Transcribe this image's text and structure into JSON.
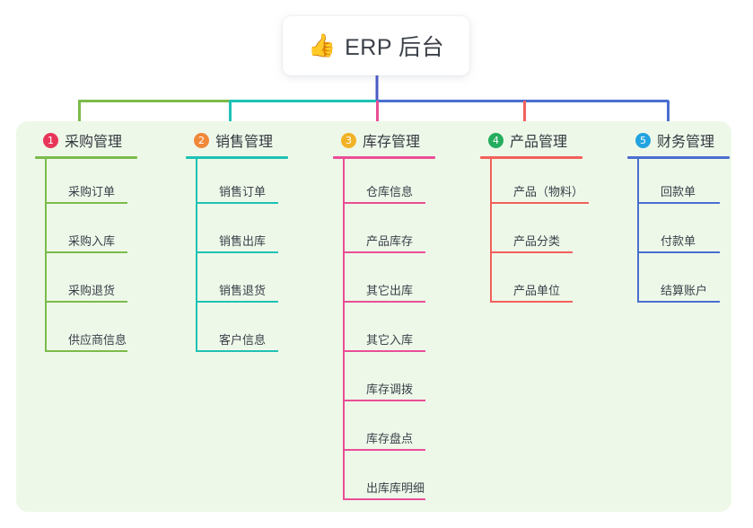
{
  "root": {
    "icon": "thumbs-up-icon",
    "icon_glyph": "👍",
    "title": "ERP 后台"
  },
  "theme": {
    "page_background": "#ffffff",
    "panel_background": "#eef8e9",
    "text_color": "#3b4049",
    "trunk_center_color": "#4a5bc4"
  },
  "columns": [
    {
      "index": "1",
      "badge_color": "#e8365a",
      "line_color": "#7cbb4a",
      "title": "采购管理",
      "items": [
        {
          "label": "采购订单"
        },
        {
          "label": "采购入库"
        },
        {
          "label": "采购退货"
        },
        {
          "label": "供应商信息"
        }
      ]
    },
    {
      "index": "2",
      "badge_color": "#f0883a",
      "line_color": "#1ec2b4",
      "title": "销售管理",
      "items": [
        {
          "label": "销售订单"
        },
        {
          "label": "销售出库"
        },
        {
          "label": "销售退货"
        },
        {
          "label": "客户信息"
        }
      ]
    },
    {
      "index": "3",
      "badge_color": "#f2b226",
      "line_color": "#ea4e96",
      "title": "库存管理",
      "items": [
        {
          "label": "仓库信息"
        },
        {
          "label": "产品库存"
        },
        {
          "label": "其它出库"
        },
        {
          "label": "其它入库"
        },
        {
          "label": "库存调拨"
        },
        {
          "label": "库存盘点"
        },
        {
          "label": "出库库明细"
        }
      ]
    },
    {
      "index": "4",
      "badge_color": "#25ad5e",
      "line_color": "#f2605b",
      "title": "产品管理",
      "items": [
        {
          "label": "产品（物料）"
        },
        {
          "label": "产品分类"
        },
        {
          "label": "产品单位"
        }
      ]
    },
    {
      "index": "5",
      "badge_color": "#23a3e0",
      "line_color": "#4a6fd0",
      "title": "财务管理",
      "items": [
        {
          "label": "回款单"
        },
        {
          "label": "付款单"
        },
        {
          "label": "结算账户"
        }
      ]
    }
  ]
}
